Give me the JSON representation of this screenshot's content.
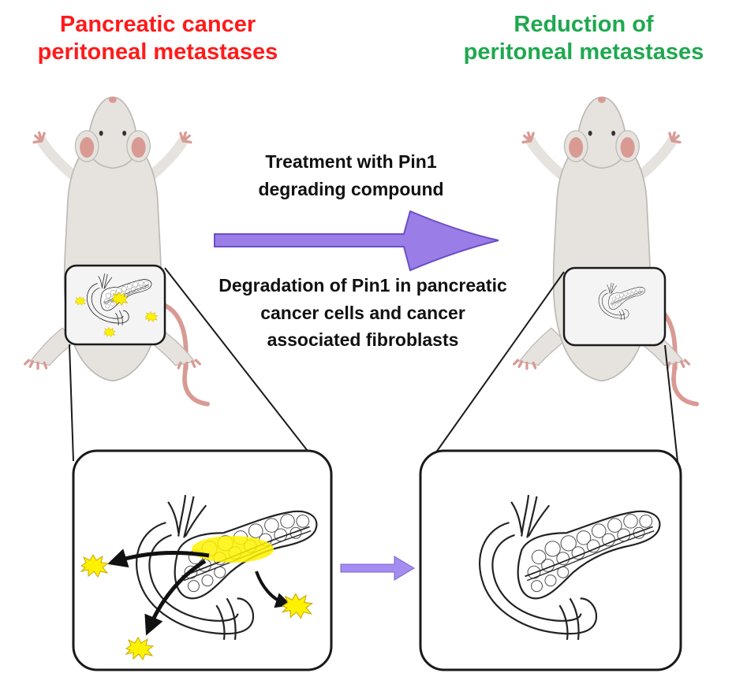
{
  "titles": {
    "left": {
      "line1": "Pancreatic cancer",
      "line2": "peritoneal metastases",
      "color": "#ff1a1a"
    },
    "right": {
      "line1": "Reduction of",
      "line2": "peritoneal metastases",
      "color": "#1fa84f"
    }
  },
  "treatment": {
    "line1": "Treatment with Pin1",
    "line2": "degrading compound"
  },
  "mechanism": {
    "line1": "Degradation of Pin1 in pancreatic",
    "line2": "cancer cells and cancer",
    "line3": "associated fibroblasts"
  },
  "colors": {
    "arrow": "#9b7de8",
    "arrow_stroke": "#6a4fc4",
    "tumor": "#fff200",
    "mouse_body": "#e6e3df",
    "mouse_pink": "#d99a94",
    "outline": "#1a1a1a"
  },
  "icons": [
    "mouse-icon",
    "pancreas-icon",
    "tumor-icon",
    "arrow-icon"
  ]
}
